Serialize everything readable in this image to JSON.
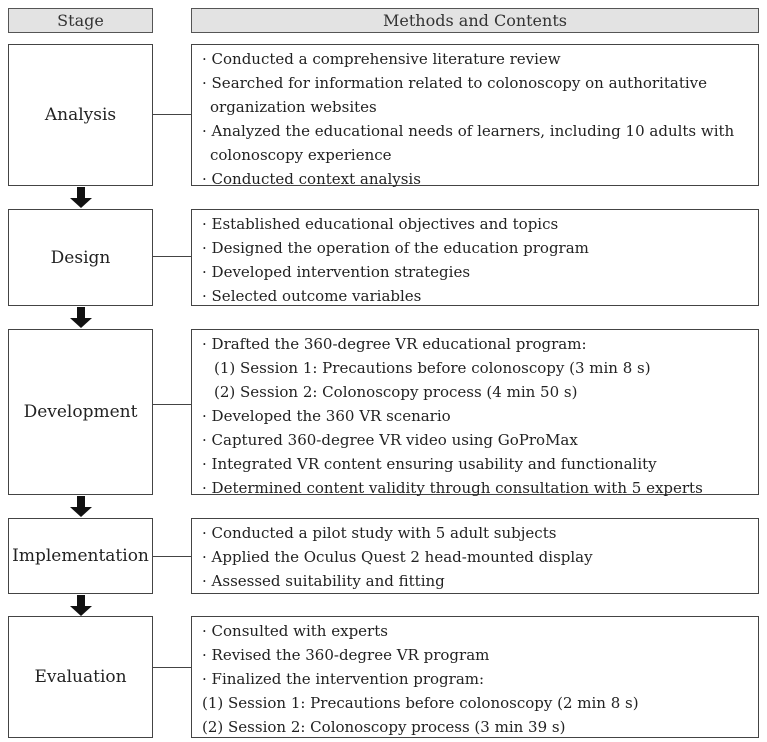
{
  "header": {
    "stage": "Stage",
    "methods": "Methods and Contents"
  },
  "stages": [
    {
      "name": "Analysis",
      "lines": [
        {
          "text": "· Conducted a comprehensive literature review"
        },
        {
          "text": "· Searched for information related to colonoscopy on authoritative"
        },
        {
          "text": "organization websites"
        },
        {
          "text": "· Analyzed the educational needs of learners, including 10 adults with"
        },
        {
          "text": "colonoscopy experience"
        },
        {
          "text": "· Conducted context analysis"
        }
      ]
    },
    {
      "name": "Design",
      "lines": [
        {
          "text": "· Established educational objectives and topics"
        },
        {
          "text": "· Designed the operation of the education program"
        },
        {
          "text": "· Developed intervention strategies"
        },
        {
          "text": "· Selected outcome variables"
        }
      ]
    },
    {
      "name": "Development",
      "lines": [
        {
          "text": "· Drafted the 360-degree VR educational program:"
        },
        {
          "text": "(1) Session 1: Precautions before colonoscopy (3 min 8 s)"
        },
        {
          "text": "(2) Session 2: Colonoscopy process (4 min 50 s)"
        },
        {
          "text": "· Developed the 360 VR scenario"
        },
        {
          "text": "· Captured 360-degree VR video using GoProMax"
        },
        {
          "text": "· Integrated VR content ensuring usability and functionality"
        },
        {
          "text": "· Determined content validity through consultation with 5 experts"
        }
      ]
    },
    {
      "name": "Implementation",
      "lines": [
        {
          "text": "· Conducted a pilot study with 5 adult subjects"
        },
        {
          "text": "· Applied the Oculus Quest 2 head-mounted display"
        },
        {
          "text": "· Assessed suitability and fitting"
        }
      ]
    },
    {
      "name": "Evaluation",
      "lines": [
        {
          "text": "· Consulted with experts"
        },
        {
          "text": "· Revised the 360-degree VR program"
        },
        {
          "text": "· Finalized the intervention program:"
        },
        {
          "text": "(1) Session 1: Precautions before colonoscopy (2 min 8 s)"
        },
        {
          "text": "(2) Session 2: Colonoscopy process (3 min 39 s)"
        }
      ]
    }
  ]
}
